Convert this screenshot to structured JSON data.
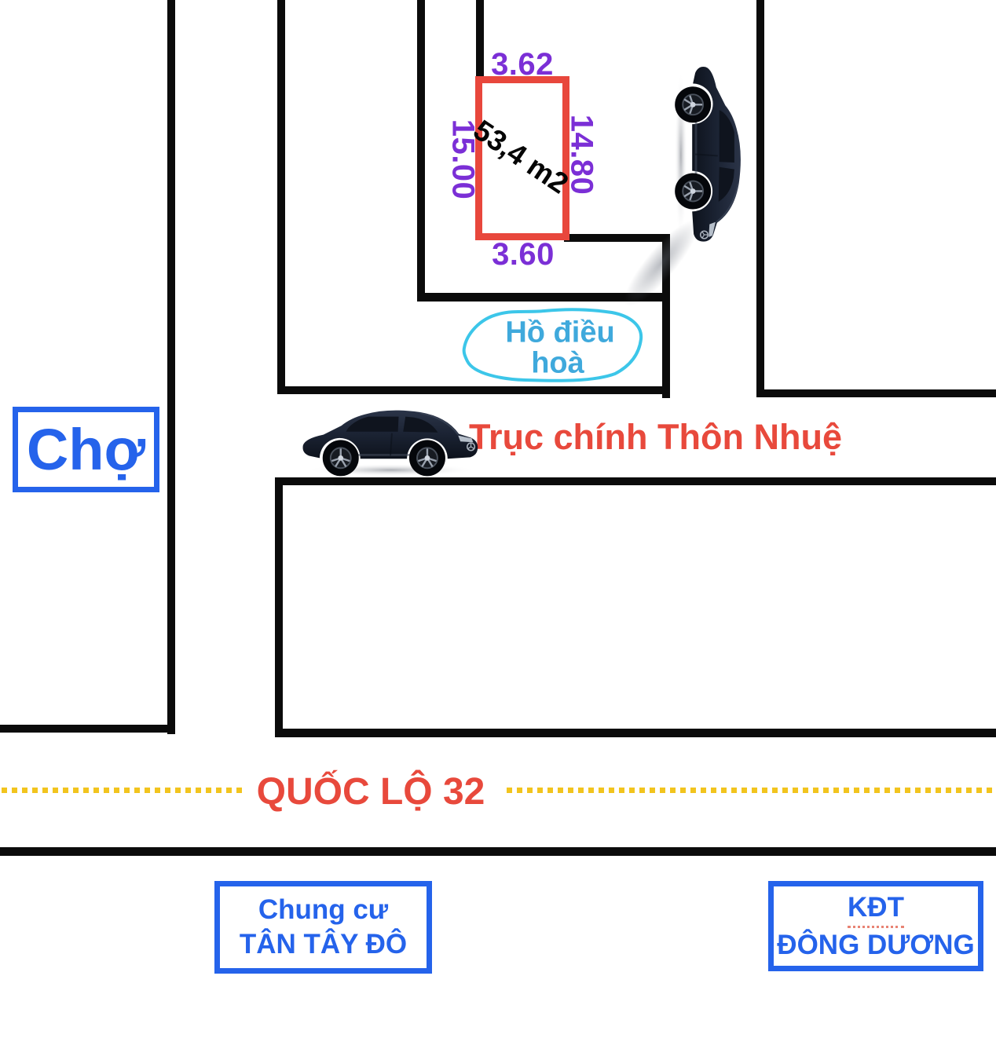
{
  "colors": {
    "wall": "#0b0b0b",
    "plot-red": "#e8473c",
    "dim-purple": "#7b2fd6",
    "accent-red": "#e8493c",
    "lake-stroke": "#3cc6e9",
    "lake-text": "#3fa9dc",
    "brand-blue": "#2563eb",
    "dot-yellow": "#f2c41e"
  },
  "plot": {
    "area_label": "53,4 m2",
    "dim_top": "3.62",
    "dim_right": "14.80",
    "dim_bottom": "3.60",
    "dim_left": "15.00"
  },
  "lake": {
    "label_line1": "Hồ điều",
    "label_line2": "hoà"
  },
  "roads": {
    "main_axis_label": "Trục chính Thôn Nhuệ",
    "highway_label": "QUỐC LỘ 32"
  },
  "landmarks": {
    "market_label": "Chợ",
    "apartment_line1": "Chung cư",
    "apartment_line2": "TÂN TÂY ĐÔ",
    "urban_line1": "KĐT",
    "urban_line2": "ĐÔNG DƯƠNG"
  },
  "icons": {
    "car_road": "car-suv-side-icon",
    "car_alley": "car-suv-vertical-icon",
    "lake": "lake-outline"
  }
}
